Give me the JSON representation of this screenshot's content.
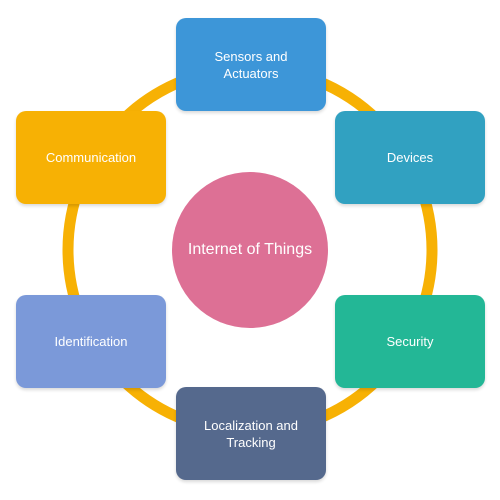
{
  "center": {
    "label": "Internet of Things",
    "color": "#dd7095"
  },
  "ring": {
    "color": "#f7b104"
  },
  "nodes": [
    {
      "label": "Sensors and\nActuators",
      "color": "#3d96d8"
    },
    {
      "label": "Devices",
      "color": "#31a1c1"
    },
    {
      "label": "Security",
      "color": "#23b796"
    },
    {
      "label": "Localization and\nTracking",
      "color": "#55698d"
    },
    {
      "label": "Identification",
      "color": "#7b99d9"
    },
    {
      "label": "Communication",
      "color": "#f7b104"
    }
  ]
}
